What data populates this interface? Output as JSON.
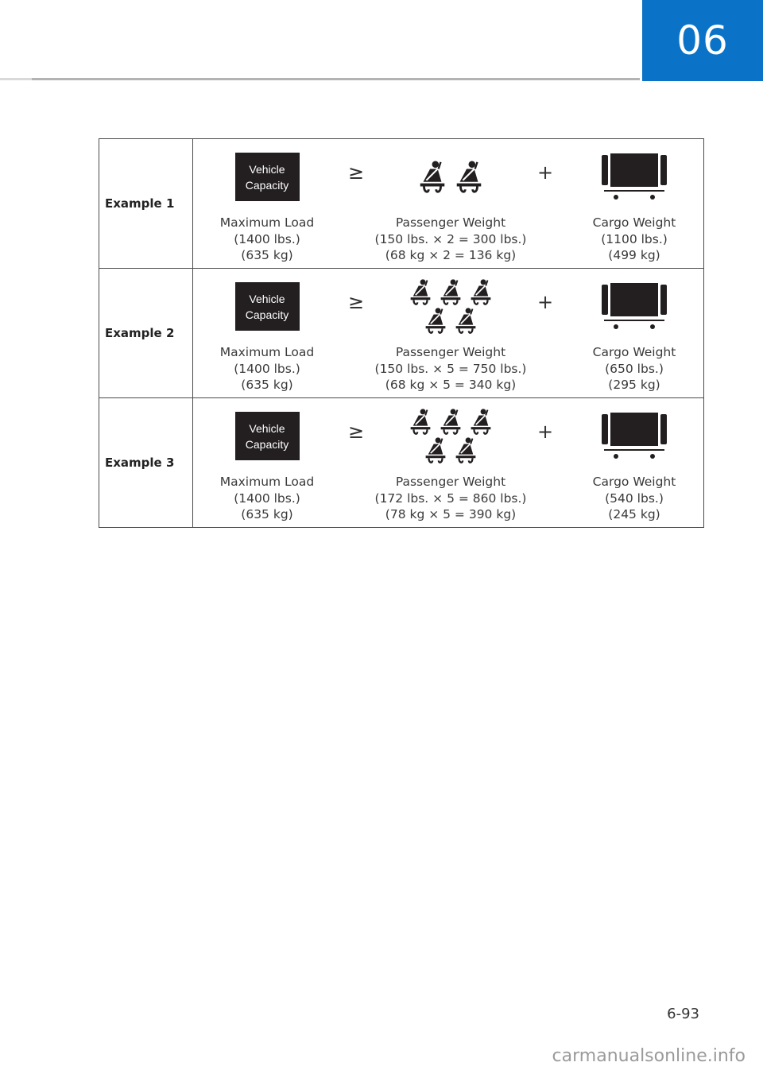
{
  "header": {
    "chapter_number": "06",
    "tab_color": "#0a73c7"
  },
  "examples": [
    {
      "label": "Example 1",
      "seat_count": 2,
      "max_load": {
        "title": "Maximum Load",
        "line2": "(1400 lbs.)",
        "line3": "(635 kg)"
      },
      "passenger": {
        "title": "Passenger Weight",
        "line2": "(150 lbs. × 2 = 300 lbs.)",
        "line3": "(68 kg × 2 = 136 kg)"
      },
      "cargo": {
        "title": "Cargo Weight",
        "line2": "(1100 lbs.)",
        "line3": "(499 kg)"
      }
    },
    {
      "label": "Example 2",
      "seat_count": 5,
      "max_load": {
        "title": "Maximum Load",
        "line2": "(1400 lbs.)",
        "line3": "(635 kg)"
      },
      "passenger": {
        "title": "Passenger Weight",
        "line2": "(150 lbs. × 5 = 750 lbs.)",
        "line3": "(68 kg × 5 = 340 kg)"
      },
      "cargo": {
        "title": "Cargo Weight",
        "line2": "(650 lbs.)",
        "line3": "(295 kg)"
      }
    },
    {
      "label": "Example 3",
      "seat_count": 5,
      "max_load": {
        "title": "Maximum Load",
        "line2": "(1400 lbs.)",
        "line3": "(635 kg)"
      },
      "passenger": {
        "title": "Passenger Weight",
        "line2": "(172 lbs. × 5 = 860 lbs.)",
        "line3": "(78 kg × 5 = 390 kg)"
      },
      "cargo": {
        "title": "Cargo Weight",
        "line2": "(540 lbs.)",
        "line3": "(245 kg)"
      }
    }
  ],
  "vehicle_capacity_box": {
    "line1": "Vehicle",
    "line2": "Capacity"
  },
  "operators": {
    "ge": "≥",
    "plus": "+"
  },
  "icons": {
    "passenger": "seatbelt-passenger-icon",
    "cargo": "cargo-box-icon"
  },
  "footer": {
    "page_number": "6-93",
    "watermark": "carmanualsonline.info"
  }
}
